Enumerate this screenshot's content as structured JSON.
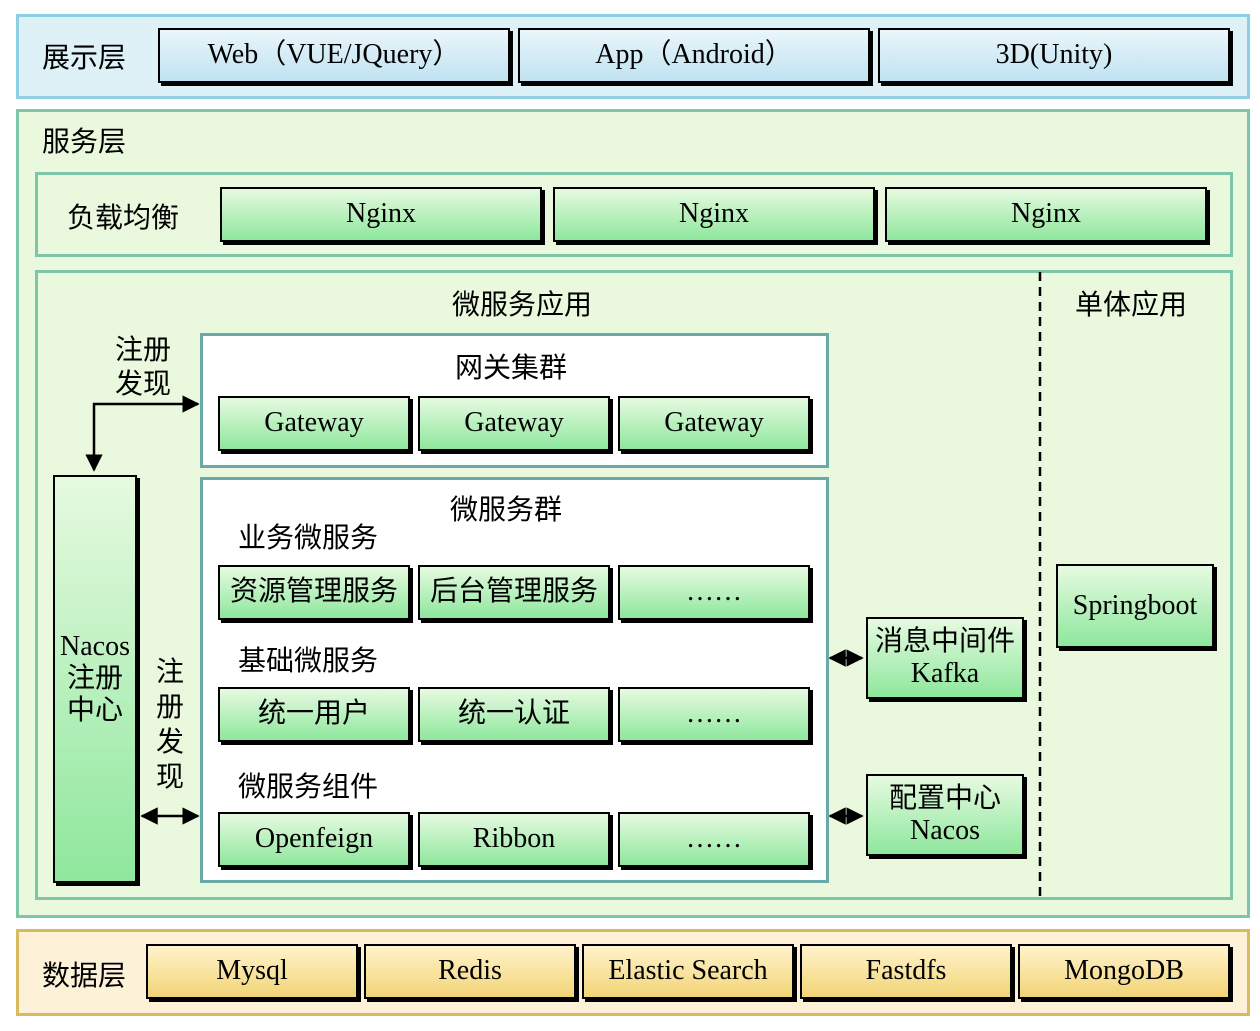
{
  "presentation": {
    "title": "展示层",
    "items": [
      "Web（VUE/JQuery）",
      "App（Android）",
      "3D(Unity)"
    ]
  },
  "service": {
    "title": "服务层",
    "load_balance": {
      "title": "负载均衡",
      "items": [
        "Nginx",
        "Nginx",
        "Nginx"
      ]
    },
    "microservice_app": {
      "title": "微服务应用",
      "registry": {
        "line1": "Nacos",
        "line2": "注册",
        "line3": "中心"
      },
      "register_top": {
        "line1": "注册",
        "line2": "发现"
      },
      "register_mid": {
        "l1": "注",
        "l2": "册",
        "l3": "发",
        "l4": "现"
      },
      "gateway_cluster": {
        "title": "网关集群",
        "items": [
          "Gateway",
          "Gateway",
          "Gateway"
        ]
      },
      "service_group": {
        "title": "微服务群",
        "business": {
          "title": "业务微服务",
          "items": [
            "资源管理服务",
            "后台管理服务",
            "……"
          ]
        },
        "basic": {
          "title": "基础微服务",
          "items": [
            "统一用户",
            "统一认证",
            "……"
          ]
        },
        "components": {
          "title": "微服务组件",
          "items": [
            "Openfeign",
            "Ribbon",
            "……"
          ]
        }
      },
      "mq": {
        "line1": "消息中间件",
        "line2": "Kafka"
      },
      "config": {
        "line1": "配置中心",
        "line2": "Nacos"
      }
    },
    "monolith": {
      "title": "单体应用",
      "item": "Springboot"
    }
  },
  "data_layer": {
    "title": "数据层",
    "items": [
      "Mysql",
      "Redis",
      "Elastic Search",
      "Fastdfs",
      "MongoDB"
    ]
  }
}
